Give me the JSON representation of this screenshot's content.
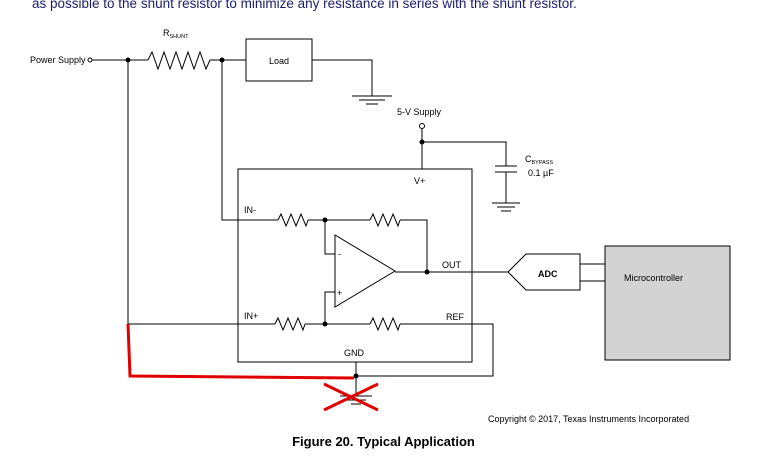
{
  "header": {
    "text": "as possible to the shunt resistor to minimize any resistance in series with the shunt resistor."
  },
  "diagram": {
    "power_supply": "Power Supply",
    "rshunt_main": "R",
    "rshunt_sub": "SHUNT",
    "load": "Load",
    "supply_5v": "5-V Supply",
    "cbypass_main": "C",
    "cbypass_sub": "BYPASS",
    "cbypass_value": "0.1 µF",
    "vplus": "V+",
    "in_minus": "IN-",
    "in_plus": "IN+",
    "out": "OUT",
    "ref": "REF",
    "gnd": "GND",
    "opamp_minus": "-",
    "opamp_plus": "+",
    "adc": "ADC",
    "microcontroller": "Microcontroller",
    "annotation_color": "#e00000"
  },
  "footer": {
    "copyright": "Copyright © 2017, Texas Instruments Incorporated",
    "caption": "Figure 20.  Typical Application"
  }
}
